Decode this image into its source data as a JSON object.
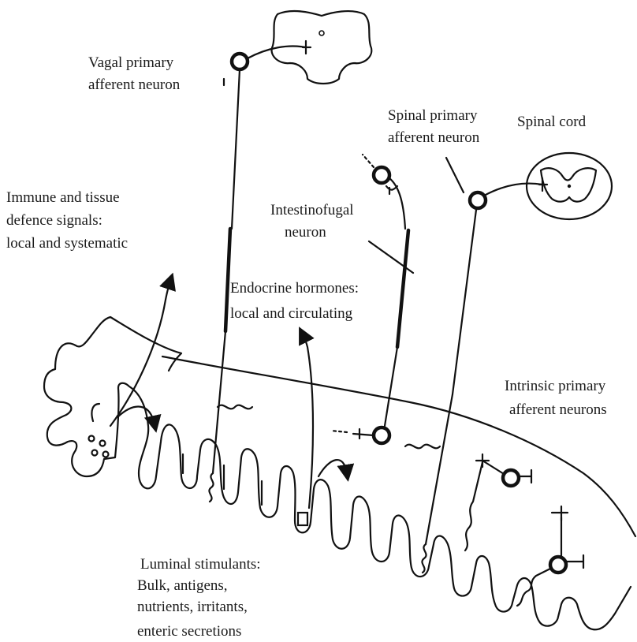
{
  "labels": {
    "vagal": [
      "Vagal primary",
      "afferent neuron"
    ],
    "spinal_afferent": [
      "Spinal primary",
      "afferent neuron"
    ],
    "spinal_cord": "Spinal cord",
    "immune": [
      "Immune and tissue",
      "defence signals:",
      "local and systematic"
    ],
    "intestinofugal": [
      "Intestinofugal",
      "neuron"
    ],
    "endocrine": [
      "Endocrine hormones:",
      "local and circulating"
    ],
    "intrinsic": [
      "Intrinsic primary",
      "afferent neurons"
    ],
    "luminal": [
      "Luminal stimulants:",
      "Bulk, antigens,",
      "nutrients, irritants,",
      "enteric secretions"
    ]
  },
  "colors": {
    "ink": "#111111",
    "text": "#1a1a1a",
    "background": "#ffffff"
  }
}
